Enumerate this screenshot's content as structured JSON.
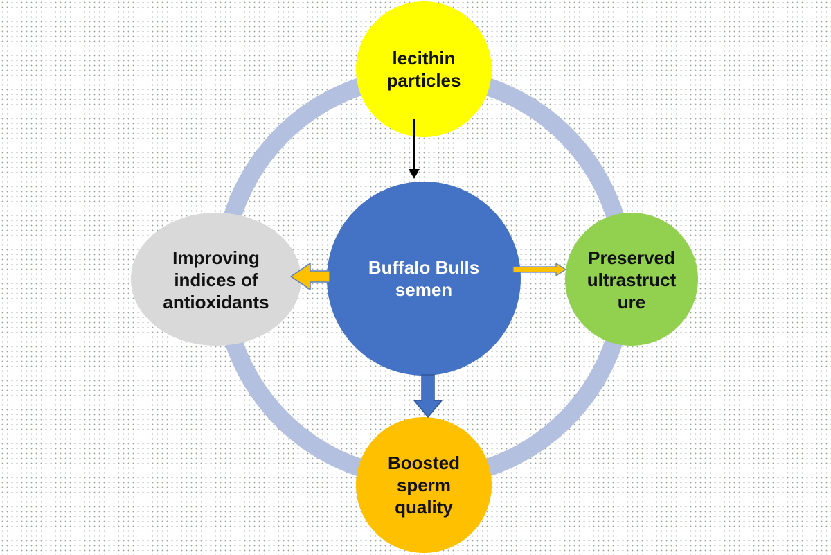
{
  "nodes": {
    "top": {
      "label": "lecithin\nparticles",
      "fill": "#ffff00"
    },
    "center": {
      "label": "Buffalo Bulls\nsemen",
      "fill": "#4472c4"
    },
    "left": {
      "label": "Improving\nindices of\nantioxidants",
      "fill": "#d9d9d9"
    },
    "right": {
      "label": "Preserved\nultrastruct\nure",
      "fill": "#92d050"
    },
    "bottom": {
      "label": "Boosted\nsperm\nquality",
      "fill": "#ffc000"
    }
  },
  "colors": {
    "ring": "#b4c0df",
    "arrow_black": "#000000",
    "arrow_orange": "#ffc000",
    "arrow_orange_outline": "#5a80c0",
    "arrow_blue": "#4472c4",
    "arrow_blue_outline": "#2f5597",
    "dot_pattern": "#9aa39a"
  }
}
